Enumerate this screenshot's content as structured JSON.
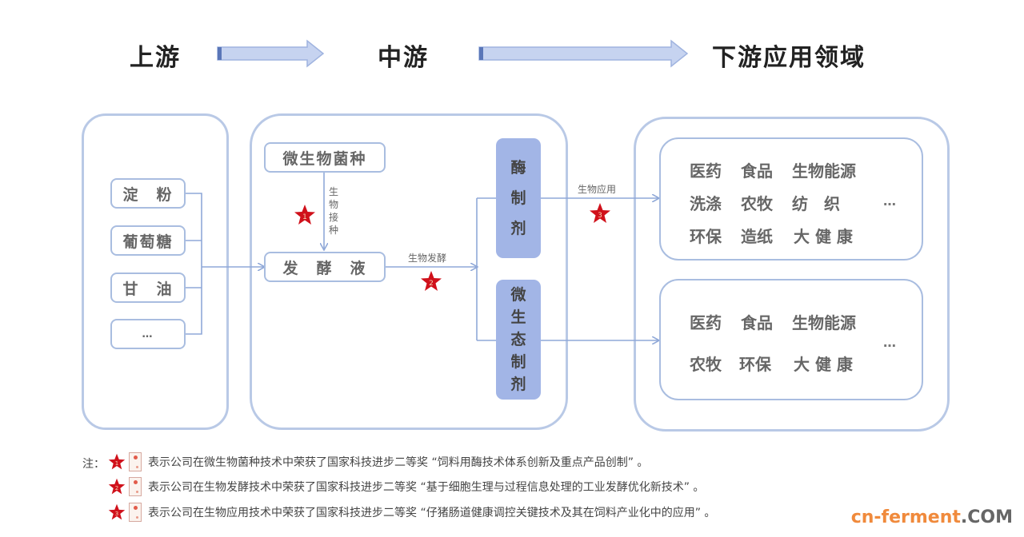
{
  "stages": {
    "upstream": "上游",
    "midstream": "中游",
    "downstream": "下游应用领域"
  },
  "upstream": {
    "items": [
      "淀　粉",
      "葡萄糖",
      "甘　油",
      "…"
    ]
  },
  "midstream": {
    "strain_box": "微生物菌种",
    "broth_box": "发　酵　液",
    "inoculation_label": [
      "生",
      "物",
      "接",
      "种"
    ],
    "fermentation_label": "生物发酵",
    "application_label": "生物应用",
    "enzyme_pill": [
      "酶",
      "制",
      "剂"
    ],
    "microeco_pill": [
      "微",
      "生",
      "态",
      "制",
      "剂"
    ]
  },
  "stars": {
    "color": "#d0111b",
    "labels": [
      "1",
      "2",
      "3"
    ]
  },
  "downstream": {
    "enzyme_domains": [
      [
        "医药",
        "食品",
        "生物能源"
      ],
      [
        "洗涤",
        "农牧",
        "纺　织"
      ],
      [
        "环保",
        "造纸",
        "大 健 康"
      ]
    ],
    "microeco_domains": [
      [
        "医药",
        "食品",
        "生物能源"
      ],
      [
        "农牧",
        "环保",
        "大 健 康"
      ]
    ],
    "more": "…"
  },
  "notes": {
    "prefix": "注：",
    "items": [
      {
        "star": "1",
        "text": "表示公司在微生物菌种技术中荣获了国家科技进步二等奖 “饲料用酶技术体系创新及重点产品创制” 。"
      },
      {
        "star": "2",
        "text": "表示公司在生物发酵技术中荣获了国家科技进步二等奖 “基于细胞生理与过程信息处理的工业发酵优化新技术” 。"
      },
      {
        "star": "3",
        "text": "表示公司在生物应用技术中荣获了国家科技进步二等奖 “仔猪肠道健康调控关键技术及其在饲料产业化中的应用” 。"
      }
    ]
  },
  "watermark": {
    "brand": "cn-ferment",
    "suffix": ".COM"
  },
  "colors": {
    "panel_border": "#b9c9e6",
    "arrow_fill": "#c6d3f0",
    "pill_fill": "#a2b5e6",
    "connector": "#8fa8d8",
    "watermark_orange": "#f08a3c"
  }
}
